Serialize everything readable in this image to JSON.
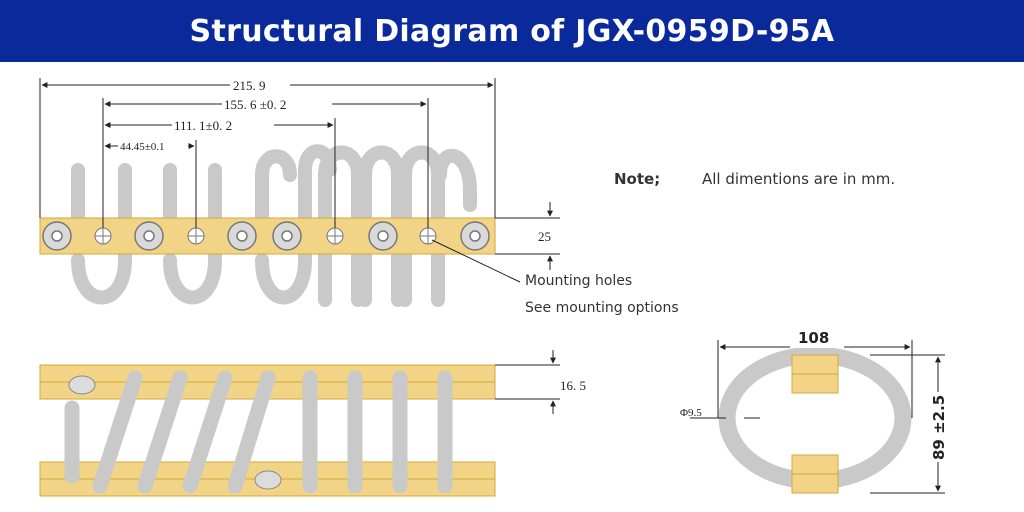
{
  "header": {
    "title": "Structural Diagram of JGX-0959D-95A"
  },
  "colors": {
    "banner": "#0a2a9c",
    "coil": "#c9c9c9",
    "plate": "#f2d487",
    "plate_edge": "#d4a93a"
  },
  "top_view": {
    "dim_overall": "215. 9",
    "dim_outer_holes": "155. 6  ±0. 2",
    "dim_inner_holes": "111. 1±0. 2",
    "dim_hole_pitch": "44.45±0.1",
    "dim_plate_height": "25"
  },
  "note": {
    "prefix": "Note;",
    "text": "All dimentions  are in mm."
  },
  "callouts": {
    "mounting_holes": "Mounting holes",
    "mounting_options": "See mounting options"
  },
  "side_view": {
    "dim_plate": "16. 5"
  },
  "end_view": {
    "width": "108",
    "height": "89 ±2.5",
    "wire_dia": "Φ9.5"
  }
}
